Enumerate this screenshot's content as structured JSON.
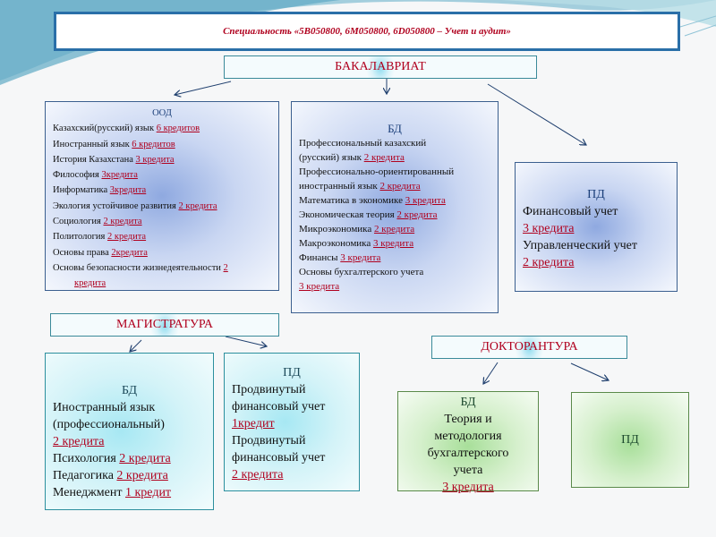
{
  "title": "Специальность «5В050800, 6М050800, 6D050800 – Учет и аудит»",
  "bachelor": {
    "label": "БАКАЛАВРИАТ",
    "ood": {
      "heading": "ООД",
      "items": [
        {
          "name": "Казахский(русский) язык ",
          "credits": "6 кредитов"
        },
        {
          "name": "Иностранный язык ",
          "credits": "6 кредитов"
        },
        {
          "name": "История Казахстана ",
          "credits": "3 кредита"
        },
        {
          "name": "Философия ",
          "credits": "3кредита"
        },
        {
          "name": "Информатика ",
          "credits": "3кредита"
        },
        {
          "name": "Экология устойчивое развития ",
          "credits": "2 кредита"
        },
        {
          "name": "Социология ",
          "credits": "2 кредита"
        },
        {
          "name": "Политология ",
          "credits": "2 кредита"
        },
        {
          "name": "Основы права ",
          "credits": "2кредита"
        },
        {
          "name": "Основы безопасности жизнедеятельности ",
          "credits": "2",
          "credits_cont": "кредита"
        }
      ]
    },
    "bd": {
      "heading": "БД",
      "lines": [
        {
          "text": "Профессиональный казахский",
          "credits": ""
        },
        {
          "text": "(русский) язык ",
          "credits": "2 кредита"
        },
        {
          "text": "Профессионально-ориентированный",
          "credits": ""
        },
        {
          "text": "иностранный язык ",
          "credits": "2 кредита"
        },
        {
          "text": "Математика в экономике ",
          "credits": "3 кредита"
        },
        {
          "text": "Экономическая теория ",
          "credits": "2 кредита"
        },
        {
          "text": "Микроэкономика ",
          "credits": "2 кредита"
        },
        {
          "text": "Макроэкономика ",
          "credits": "3 кредита"
        },
        {
          "text": "Финансы ",
          "credits": "3 кредита"
        },
        {
          "text": "Основы бухгалтерского учета",
          "credits": ""
        },
        {
          "text": "",
          "credits": "3 кредита"
        }
      ]
    },
    "pd": {
      "heading": "ПД",
      "lines": [
        {
          "text": "Финансовый учет",
          "credits": ""
        },
        {
          "text": "",
          "credits": "3 кредита"
        },
        {
          "text": "Управленческий учет",
          "credits": ""
        },
        {
          "text": "",
          "credits": "2 кредита"
        }
      ]
    }
  },
  "master": {
    "label": "МАГИСТРАТУРА",
    "bd": {
      "heading": "БД",
      "lines": [
        {
          "text": "Иностранный язык",
          "credits": ""
        },
        {
          "text": "(профессиональный)",
          "credits": ""
        },
        {
          "text": "",
          "credits": "2 кредита"
        },
        {
          "text": "Психология ",
          "credits": "2 кредита"
        },
        {
          "text": "Педагогика ",
          "credits": "2 кредита"
        },
        {
          "text": "Менеджмент ",
          "credits": "1 кредит"
        }
      ]
    },
    "pd": {
      "heading": "ПД",
      "lines": [
        {
          "text": "Продвинутый",
          "credits": ""
        },
        {
          "text": "финансовый учет",
          "credits": ""
        },
        {
          "text": "",
          "credits": "1кредит"
        },
        {
          "text": "Продвинутый",
          "credits": ""
        },
        {
          "text": "финансовый учет",
          "credits": ""
        },
        {
          "text": "",
          "credits": "2 кредита"
        }
      ]
    }
  },
  "doctorate": {
    "label": "ДОКТОРАНТУРА",
    "bd": {
      "heading": "БД",
      "lines": [
        {
          "text": "Теория и",
          "credits": ""
        },
        {
          "text": "методология",
          "credits": ""
        },
        {
          "text": "бухгалтерского",
          "credits": ""
        },
        {
          "text": "учета",
          "credits": ""
        },
        {
          "text": "",
          "credits": "3 кредита"
        }
      ]
    },
    "pd": {
      "heading": "ПД"
    }
  },
  "colors": {
    "accent_red": "#b0001e",
    "frame_blue": "#2a6fa8",
    "teal": "#3a8a9a",
    "green": "#5a8a4a"
  }
}
